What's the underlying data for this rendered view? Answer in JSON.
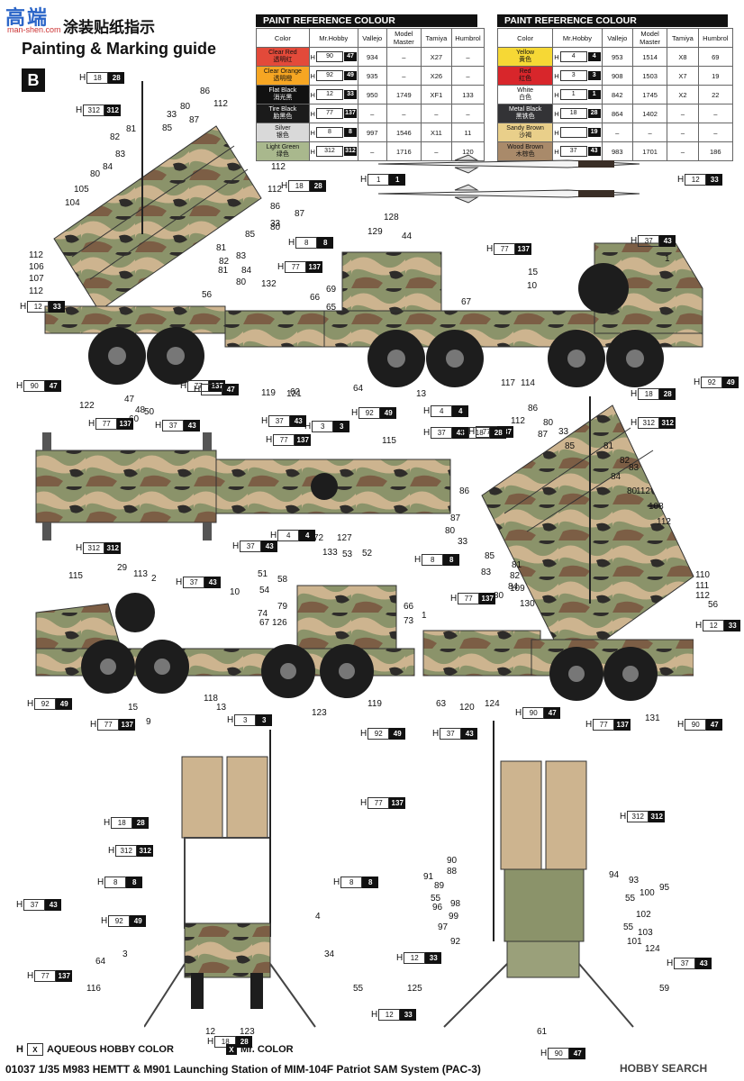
{
  "watermark": {
    "text": "高端",
    "sub": "man-shen.com"
  },
  "header": {
    "title_cn": "涂装贴纸指示",
    "title_en": "Painting & Marking guide",
    "section_badge": "B"
  },
  "paint_tables": [
    {
      "heading": "PAINT REFERENCE COLOUR",
      "columns": [
        "Color",
        "Mr.Hobby",
        "Vallejo",
        "Model Master",
        "Tamiya",
        "Humbrol"
      ],
      "rows": [
        {
          "color_en": "Clear Red",
          "color_cn": "透明红",
          "swatch": "#e34a3a",
          "h": "90",
          "m": "47",
          "vallejo": "934",
          "model_master": "–",
          "tamiya": "X27",
          "humbrol": "–"
        },
        {
          "color_en": "Clear Orange",
          "color_cn": "透明橙",
          "swatch": "#f6a623",
          "h": "92",
          "m": "49",
          "vallejo": "935",
          "model_master": "–",
          "tamiya": "X26",
          "humbrol": "–"
        },
        {
          "color_en": "Flat Black",
          "color_cn": "消光黑",
          "swatch": "#111111",
          "h": "12",
          "m": "33",
          "vallejo": "950",
          "model_master": "1749",
          "tamiya": "XF1",
          "humbrol": "133"
        },
        {
          "color_en": "Tire Black",
          "color_cn": "胎黑色",
          "swatch": "#1b1b1b",
          "h": "77",
          "m": "137",
          "vallejo": "–",
          "model_master": "–",
          "tamiya": "–",
          "humbrol": "–"
        },
        {
          "color_en": "Silver",
          "color_cn": "银色",
          "swatch": "#d9d9d9",
          "h": "8",
          "m": "8",
          "vallejo": "997",
          "model_master": "1546",
          "tamiya": "X11",
          "humbrol": "11"
        },
        {
          "color_en": "Light Green",
          "color_cn": "绿色",
          "swatch": "#a9b88d",
          "h": "312",
          "m": "312",
          "vallejo": "–",
          "model_master": "1716",
          "tamiya": "–",
          "humbrol": "120"
        }
      ]
    },
    {
      "heading": "PAINT REFERENCE COLOUR",
      "columns": [
        "Color",
        "Mr.Hobby",
        "Vallejo",
        "Model Master",
        "Tamiya",
        "Humbrol"
      ],
      "rows": [
        {
          "color_en": "Yellow",
          "color_cn": "黄色",
          "swatch": "#f6d835",
          "h": "4",
          "m": "4",
          "vallejo": "953",
          "model_master": "1514",
          "tamiya": "X8",
          "humbrol": "69"
        },
        {
          "color_en": "Red",
          "color_cn": "红色",
          "swatch": "#d8262b",
          "h": "3",
          "m": "3",
          "vallejo": "908",
          "model_master": "1503",
          "tamiya": "X7",
          "humbrol": "19"
        },
        {
          "color_en": "White",
          "color_cn": "白色",
          "swatch": "#ffffff",
          "h": "1",
          "m": "1",
          "vallejo": "842",
          "model_master": "1745",
          "tamiya": "X2",
          "humbrol": "22"
        },
        {
          "color_en": "Metal Black",
          "color_cn": "黑铁色",
          "swatch": "#333336",
          "h": "18",
          "m": "28",
          "vallejo": "864",
          "model_master": "1402",
          "tamiya": "–",
          "humbrol": "–"
        },
        {
          "color_en": "Sandy Brown",
          "color_cn": "沙褐",
          "swatch": "#e9cf8a",
          "h": "",
          "m": "19",
          "vallejo": "–",
          "model_master": "–",
          "tamiya": "–",
          "humbrol": "–"
        },
        {
          "color_en": "Wood Brown",
          "color_cn": "木棕色",
          "swatch": "#a98a6a",
          "h": "37",
          "m": "43",
          "vallejo": "983",
          "model_master": "1701",
          "tamiya": "–",
          "humbrol": "186"
        }
      ]
    }
  ],
  "tags": [
    {
      "h": "18",
      "m": "28"
    },
    {
      "h": "312",
      "m": "312"
    },
    {
      "h": "18",
      "m": "28"
    },
    {
      "h": "8",
      "m": "8"
    },
    {
      "h": "77",
      "m": "137"
    },
    {
      "h": "12",
      "m": "33"
    },
    {
      "h": "90",
      "m": "47"
    },
    {
      "h": "77",
      "m": "137"
    },
    {
      "h": "90",
      "m": "47"
    },
    {
      "h": "92",
      "m": "49"
    },
    {
      "h": "4",
      "m": "4"
    },
    {
      "h": "37",
      "m": "43"
    },
    {
      "h": "92",
      "m": "49"
    },
    {
      "h": "18",
      "m": "28"
    },
    {
      "h": "1",
      "m": "1"
    },
    {
      "h": "12",
      "m": "33"
    },
    {
      "h": "77",
      "m": "137"
    },
    {
      "h": "37",
      "m": "43"
    },
    {
      "h": "77",
      "m": "137"
    },
    {
      "h": "77",
      "m": "137"
    },
    {
      "h": "37",
      "m": "43"
    },
    {
      "h": "3",
      "m": "3"
    },
    {
      "h": "77",
      "m": "137"
    },
    {
      "h": "37",
      "m": "43"
    },
    {
      "h": "18",
      "m": "28"
    },
    {
      "h": "312",
      "m": "312"
    },
    {
      "h": "312",
      "m": "312"
    },
    {
      "h": "4",
      "m": "4"
    },
    {
      "h": "37",
      "m": "43"
    },
    {
      "h": "8",
      "m": "8"
    },
    {
      "h": "37",
      "m": "43"
    },
    {
      "h": "77",
      "m": "137"
    },
    {
      "h": "12",
      "m": "33"
    },
    {
      "h": "92",
      "m": "49"
    },
    {
      "h": "77",
      "m": "137"
    },
    {
      "h": "3",
      "m": "3"
    },
    {
      "h": "92",
      "m": "49"
    },
    {
      "h": "37",
      "m": "43"
    },
    {
      "h": "90",
      "m": "47"
    },
    {
      "h": "77",
      "m": "137"
    },
    {
      "h": "90",
      "m": "47"
    },
    {
      "h": "77",
      "m": "137"
    },
    {
      "h": "18",
      "m": "28"
    },
    {
      "h": "312",
      "m": "312"
    },
    {
      "h": "312",
      "m": "312"
    },
    {
      "h": "8",
      "m": "8"
    },
    {
      "h": "8",
      "m": "8"
    },
    {
      "h": "37",
      "m": "43"
    },
    {
      "h": "92",
      "m": "49"
    },
    {
      "h": "77",
      "m": "137"
    },
    {
      "h": "12",
      "m": "33"
    },
    {
      "h": "37",
      "m": "43"
    },
    {
      "h": "12",
      "m": "33"
    },
    {
      "h": "18",
      "m": "28"
    },
    {
      "h": "90",
      "m": "47"
    }
  ],
  "part_numbers": [
    "86",
    "112",
    "33",
    "80",
    "85",
    "87",
    "81",
    "82",
    "83",
    "84",
    "80",
    "105",
    "104",
    "112",
    "112",
    "86",
    "87",
    "33",
    "80",
    "85",
    "81",
    "83",
    "82",
    "81",
    "84",
    "80",
    "112",
    "106",
    "107",
    "112",
    "56",
    "122",
    "47",
    "48",
    "60",
    "50",
    "132",
    "119",
    "121",
    "62",
    "69",
    "66",
    "65",
    "128",
    "129",
    "44",
    "67",
    "15",
    "10",
    "1",
    "64",
    "13",
    "117",
    "114",
    "115",
    "112",
    "86",
    "80",
    "33",
    "85",
    "87",
    "81",
    "82",
    "83",
    "84",
    "80",
    "112",
    "86",
    "87",
    "80",
    "33",
    "85",
    "83",
    "81",
    "82",
    "80",
    "84",
    "109",
    "108",
    "112",
    "110",
    "111",
    "112",
    "56",
    "130",
    "72",
    "127",
    "133",
    "53",
    "52",
    "51",
    "58",
    "54",
    "79",
    "74",
    "67",
    "126",
    "66",
    "73",
    "1",
    "115",
    "29",
    "113",
    "2",
    "10",
    "15",
    "9",
    "118",
    "13",
    "123",
    "119",
    "63",
    "120",
    "124",
    "131",
    "4",
    "3",
    "34",
    "64",
    "116",
    "12",
    "123",
    "55",
    "90",
    "88",
    "91",
    "89",
    "55",
    "98",
    "96",
    "99",
    "97",
    "92",
    "94",
    "93",
    "95",
    "55",
    "100",
    "55",
    "102",
    "103",
    "101",
    "124",
    "125",
    "59",
    "61"
  ],
  "legend": {
    "aqueous_label": "AQUEOUS HOBBY COLOR",
    "mr_label": "Mr. COLOR",
    "h_letter": "H",
    "x_letter": "X"
  },
  "footer": "01037 1/35 M983 HEMTT & M901 Launching Station of MIM-104F Patriot SAM System (PAC-3)",
  "site_mark": "HOBBY SEARCH",
  "colors": {
    "camo_green": "#8b936a",
    "camo_sand": "#cdb48f",
    "camo_brown": "#7c5e45",
    "camo_black": "#2e2c2a",
    "tire": "#1d1d1d",
    "accent_blue": "#2c66c8"
  }
}
